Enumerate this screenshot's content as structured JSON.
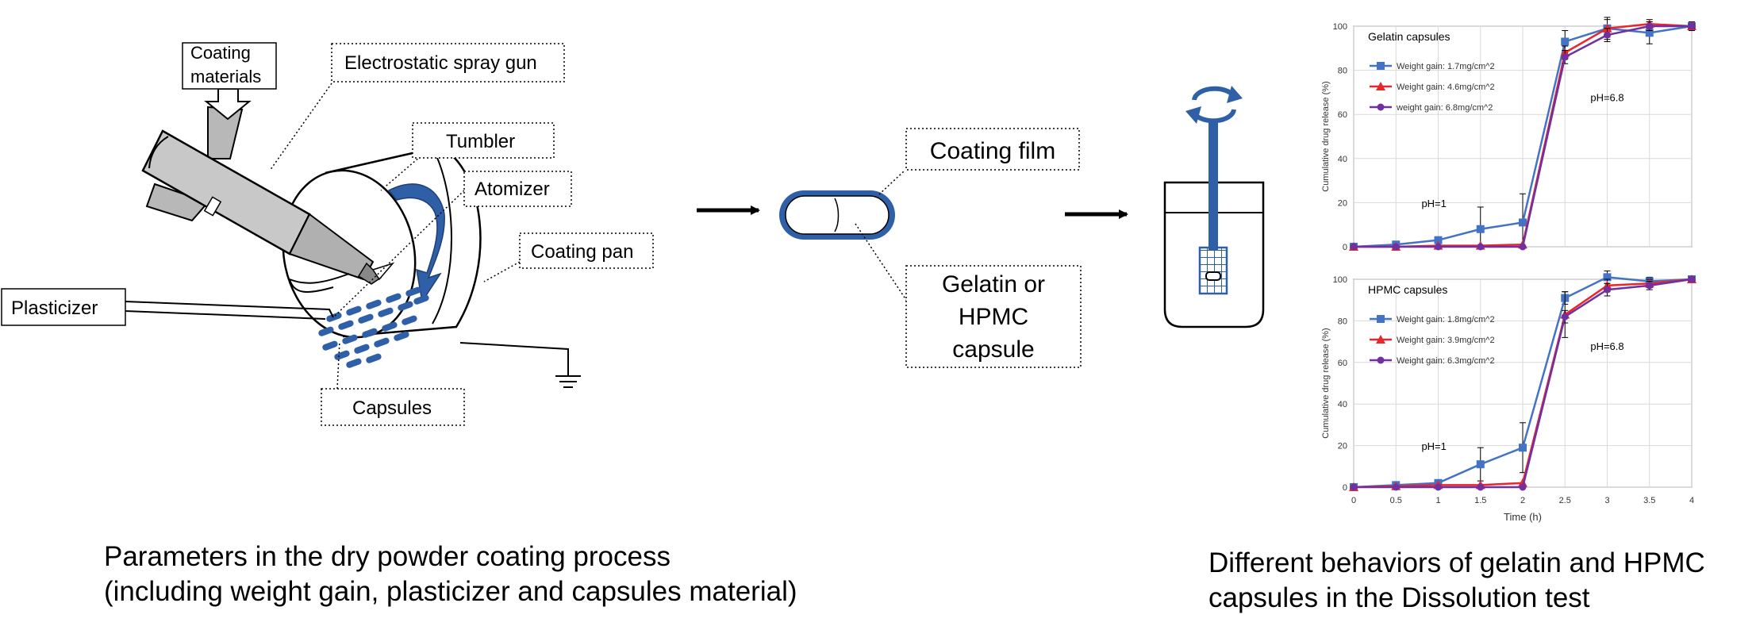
{
  "process": {
    "labels": {
      "coating_materials_1": "Coating",
      "coating_materials_2": "materials",
      "spray_gun": "Electrostatic spray gun",
      "tumbler": "Tumbler",
      "atomizer": "Atomizer",
      "coating_pan": "Coating pan",
      "plasticizer": "Plasticizer",
      "capsules": "Capsules"
    },
    "caption_line1": "Parameters in the dry powder coating process",
    "caption_line2": "(including weight gain, plasticizer and capsules material)"
  },
  "capsule": {
    "coating_film": "Coating film",
    "shell_line1": "Gelatin or",
    "shell_line2": "HPMC",
    "shell_line3": "capsule"
  },
  "results": {
    "caption_line1": "Different behaviors of gelatin and HPMC",
    "caption_line2": "capsules in the Dissolution test"
  },
  "colors": {
    "accent_blue": "#2f5fa7",
    "series_blue": "#4472c4",
    "series_red": "#e8262c",
    "series_purple": "#7030a0"
  },
  "chart_data": [
    {
      "type": "line",
      "title": "Gelatin capsules",
      "xlabel": "",
      "ylabel": "Cumulative drug release (%)",
      "x": [
        0,
        0.5,
        1,
        1.5,
        2,
        2.5,
        3,
        3.5,
        4
      ],
      "xlim": [
        0,
        4
      ],
      "ylim": [
        0,
        100
      ],
      "yticks": [
        0,
        20,
        40,
        60,
        80,
        100
      ],
      "grid": true,
      "legend_position": "top-left",
      "annotations": [
        "pH=1",
        "pH=6.8"
      ],
      "series": [
        {
          "name": "Weight gain: 1.7mg/cm^2",
          "marker": "square",
          "color": "#4472c4",
          "values": [
            0,
            1,
            3,
            8,
            11,
            93,
            99,
            97,
            100
          ],
          "errors": [
            0,
            0,
            1,
            10,
            13,
            5,
            5,
            5,
            2
          ]
        },
        {
          "name": "Weight gain: 4.6mg/cm^2",
          "marker": "triangle",
          "color": "#e8262c",
          "values": [
            0,
            0,
            0.5,
            0.5,
            1,
            88,
            99,
            101,
            100
          ],
          "errors": [
            0,
            0,
            0,
            0,
            0,
            3,
            4,
            2,
            1
          ]
        },
        {
          "name": "weight gain: 6.8mg/cm^2",
          "marker": "circle",
          "color": "#7030a0",
          "values": [
            0,
            0,
            0,
            0,
            0,
            86,
            96,
            100,
            100
          ],
          "errors": [
            0,
            0,
            0,
            0,
            0,
            3,
            3,
            2,
            1
          ]
        }
      ]
    },
    {
      "type": "line",
      "title": "HPMC capsules",
      "xlabel": "Time (h)",
      "ylabel": "Cumulative drug release (%)",
      "x": [
        0,
        0.5,
        1,
        1.5,
        2,
        2.5,
        3,
        3.5,
        4
      ],
      "xticks": [
        "0",
        "0.5",
        "1",
        "1.5",
        "2",
        "2.5",
        "3",
        "3.5",
        "4"
      ],
      "xlim": [
        0,
        4
      ],
      "ylim": [
        0,
        100
      ],
      "yticks": [
        0,
        20,
        40,
        60,
        80,
        100
      ],
      "grid": true,
      "legend_position": "top-left",
      "annotations": [
        "pH=1",
        "pH=6.8"
      ],
      "series": [
        {
          "name": "Weight gain: 1.8mg/cm^2",
          "marker": "square",
          "color": "#4472c4",
          "values": [
            0,
            1,
            2,
            11,
            19,
            91,
            101,
            99,
            100
          ],
          "errors": [
            0,
            0,
            1,
            8,
            12,
            3,
            3,
            2,
            1
          ]
        },
        {
          "name": "Weight gain: 3.9mg/cm^2",
          "marker": "triangle",
          "color": "#e8262c",
          "values": [
            0,
            0.5,
            1,
            1,
            2,
            83,
            97,
            98,
            100
          ],
          "errors": [
            0,
            0,
            0,
            0,
            0,
            11,
            3,
            2,
            1
          ]
        },
        {
          "name": "Weight gain: 6.3mg/cm^2",
          "marker": "circle",
          "color": "#7030a0",
          "values": [
            0,
            0,
            0,
            0,
            0,
            82,
            95,
            97,
            100
          ],
          "errors": [
            0,
            0,
            0,
            0,
            0,
            3,
            3,
            2,
            1
          ]
        }
      ]
    }
  ]
}
